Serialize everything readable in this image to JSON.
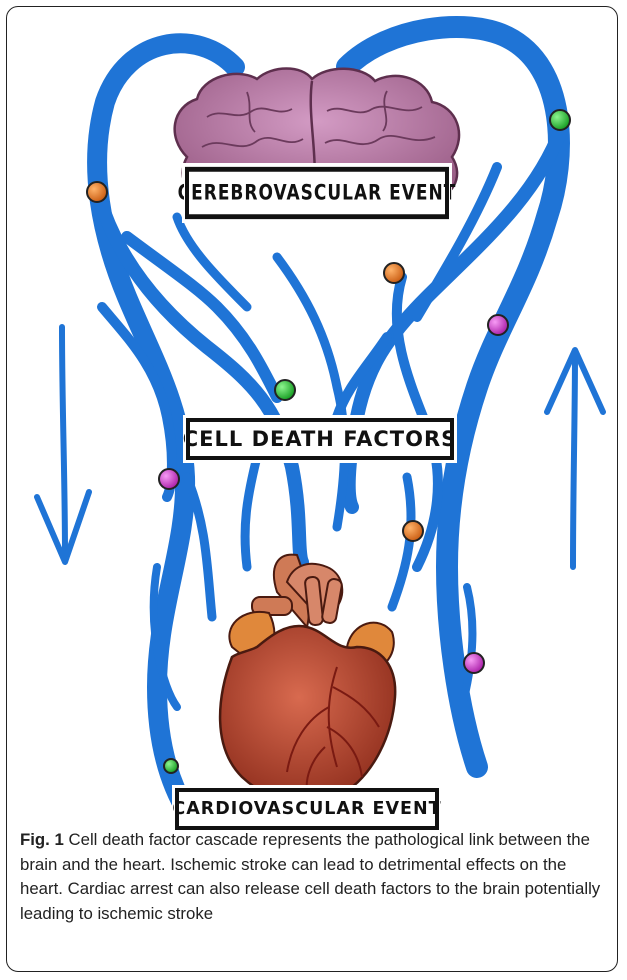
{
  "labels": {
    "cerebrovascular": "CEREBROVASCULAR EVENT",
    "cell_death": "CELL DEATH FACTORS",
    "cardiovascular": "CARDIOVASCULAR EVENT"
  },
  "caption": {
    "label": "Fig. 1",
    "text": "Cell death factor cascade represents the pathological link between the brain and the heart. Ischemic stroke can lead to detrimental effects on the heart. Cardiac arrest can also release cell death factors to the brain potentially leading to ischemic stroke"
  },
  "colors": {
    "vessel": "#1f74d6",
    "brain": "#b87aa3",
    "heart": "#b8432e",
    "particle_orange": "#e0761e",
    "particle_green": "#2fc23a",
    "particle_magenta": "#d23ad0"
  }
}
